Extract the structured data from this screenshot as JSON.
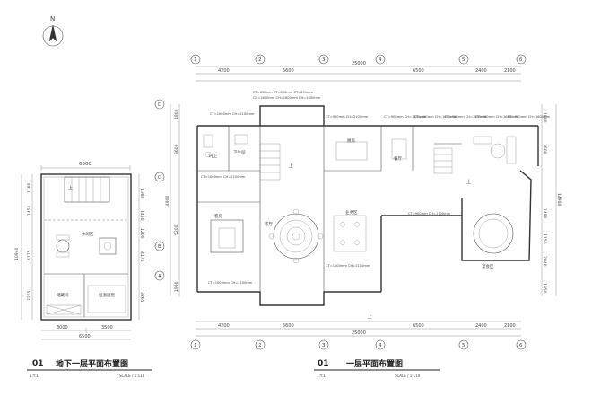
{
  "north": "N",
  "basement": {
    "title_num": "01",
    "title": "地下一层平面布置图",
    "subline": "1:Y:1",
    "scale": "SCALE / 1:110",
    "width_dim": "6500",
    "width_dim_bottom": "6500",
    "bottom_dims": [
      "3000",
      "3500"
    ],
    "height_dim": "10940",
    "right_dims": [
      "1380",
      "1450",
      "1200",
      "4175",
      "3265"
    ],
    "rooms": {
      "rec": "休闲区",
      "storage": "储藏间",
      "cellar": "恒温酒窖"
    },
    "up": "上"
  },
  "ground": {
    "title_num": "01",
    "title": "一层平面布置图",
    "subline": "1:Y:1",
    "scale": "SCALE / 1:110",
    "axes_top": [
      "1",
      "2",
      "3",
      "4",
      "5",
      "6"
    ],
    "axes_left": [
      "D",
      "C",
      "B",
      "A"
    ],
    "total": "25000",
    "top_dims": [
      "4200",
      "5600",
      "6500",
      "2400",
      "2100"
    ],
    "bottom_dims": [
      "4200",
      "5600",
      "6500",
      "2400",
      "2100"
    ],
    "bottom_total": "25000",
    "left_dims": [
      "1800",
      "3600",
      "5200",
      "1950"
    ],
    "left_total": "14900",
    "right_dims": [
      "1800",
      "3600",
      "1480",
      "1150",
      "2040",
      "1950"
    ],
    "right_total": "14900",
    "rooms": {
      "kitchen": "厨房",
      "dining": "餐厅",
      "guest": "客房",
      "hall": "客厅",
      "bath": "卫生间",
      "bath2": "内卫",
      "feast": "宴会区",
      "family": "业务区"
    },
    "notes": [
      "CT=1000mm CH=2100mm",
      "CT=850mm CT=850mm CT=850mm",
      "CH=1600mm CH=1600mm CH=1600mm",
      "CT=900mm CH=2100mm",
      "CT=900mm CH=1650mm",
      "CT=900mm CH=1650mm",
      "CT=900mm CH=1650mm",
      "CT=900mm CH=1650mm",
      "CT=900mm CH=1600mm",
      "CT=1000mm CH=2100mm",
      "CT=900mm CH=1700mm",
      "CT=1000mm CH=2100mm",
      "CT=1000mm CH=2100mm"
    ],
    "up": "上"
  }
}
